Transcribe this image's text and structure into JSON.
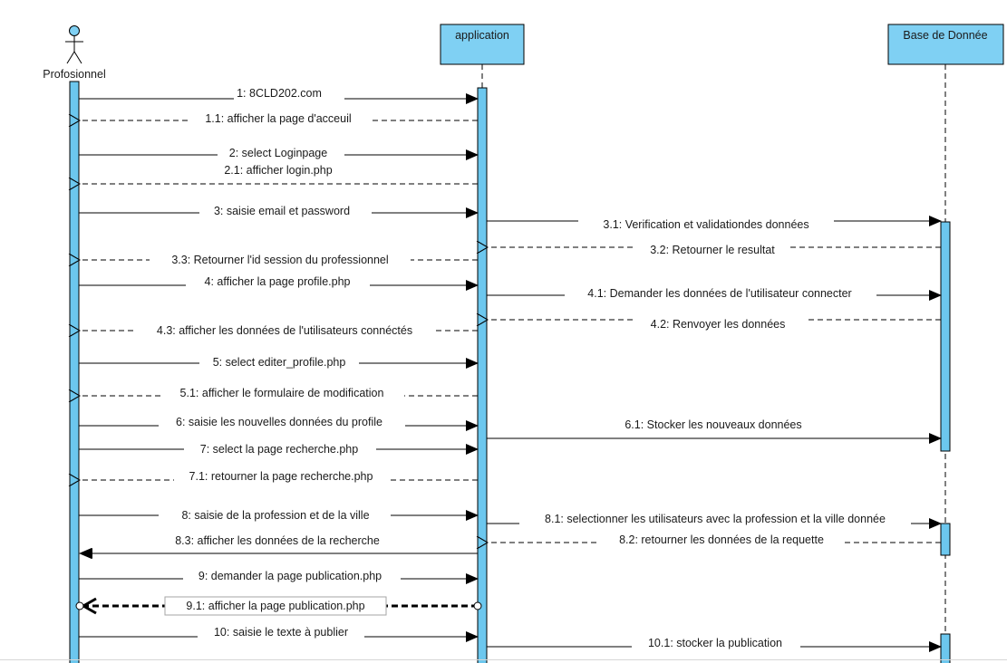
{
  "participants": [
    {
      "key": "pro",
      "label": "Profosionnel",
      "kind": "actor"
    },
    {
      "key": "app",
      "label": "application",
      "kind": "box"
    },
    {
      "key": "db",
      "label": "Base de Donnée",
      "kind": "box"
    }
  ],
  "messages": [
    {
      "id": "m1",
      "label": "1: 8CLD202.com",
      "from": "pro",
      "to": "app",
      "style": "sync"
    },
    {
      "id": "m1_1",
      "label": "1.1: afficher la page d'acceuil",
      "from": "app",
      "to": "pro",
      "style": "return"
    },
    {
      "id": "m2",
      "label": "2: select Loginpage",
      "from": "pro",
      "to": "app",
      "style": "sync"
    },
    {
      "id": "m2_1",
      "label": "2.1: afficher login.php",
      "from": "app",
      "to": "pro",
      "style": "return"
    },
    {
      "id": "m3",
      "label": "3: saisie email  et password",
      "from": "pro",
      "to": "app",
      "style": "sync"
    },
    {
      "id": "m3_1",
      "label": "3.1: Verification et validationdes données",
      "from": "app",
      "to": "db",
      "style": "sync"
    },
    {
      "id": "m3_2",
      "label": "3.2: Retourner le resultat",
      "from": "db",
      "to": "app",
      "style": "return"
    },
    {
      "id": "m3_3",
      "label": "3.3: Retourner l'id session du professionnel",
      "from": "app",
      "to": "pro",
      "style": "return"
    },
    {
      "id": "m4",
      "label": "4: afficher la page profile.php",
      "from": "pro",
      "to": "app",
      "style": "sync"
    },
    {
      "id": "m4_1",
      "label": "4.1: Demander les données de l'utilisateur connecter",
      "from": "app",
      "to": "db",
      "style": "sync"
    },
    {
      "id": "m4_2",
      "label": "4.2: Renvoyer les données",
      "from": "db",
      "to": "app",
      "style": "return"
    },
    {
      "id": "m4_3",
      "label": "4.3: afficher les  données de l'utilisateurs connéctés",
      "from": "app",
      "to": "pro",
      "style": "return"
    },
    {
      "id": "m5",
      "label": "5: select editer_profile.php",
      "from": "pro",
      "to": "app",
      "style": "sync"
    },
    {
      "id": "m5_1",
      "label": "5.1: afficher le formulaire de modification",
      "from": "app",
      "to": "pro",
      "style": "return"
    },
    {
      "id": "m6",
      "label": "6: saisie les nouvelles données du profile",
      "from": "pro",
      "to": "app",
      "style": "sync"
    },
    {
      "id": "m6_1",
      "label": "6.1: Stocker les nouveaux données",
      "from": "app",
      "to": "db",
      "style": "sync"
    },
    {
      "id": "m7",
      "label": "7: select la page recherche.php",
      "from": "pro",
      "to": "app",
      "style": "sync"
    },
    {
      "id": "m7_1",
      "label": "7.1: retourner la page recherche.php",
      "from": "app",
      "to": "pro",
      "style": "return"
    },
    {
      "id": "m8",
      "label": "8: saisie de la profession  et de la ville",
      "from": "pro",
      "to": "app",
      "style": "sync"
    },
    {
      "id": "m8_1",
      "label": "8.1: selectionner les utilisateurs avec la profession et la ville donnée",
      "from": "app",
      "to": "db",
      "style": "sync"
    },
    {
      "id": "m8_2",
      "label": "8.2: retourner les données de la requette",
      "from": "db",
      "to": "app",
      "style": "return"
    },
    {
      "id": "m8_3",
      "label": "8.3: afficher les données de la recherche",
      "from": "app",
      "to": "pro",
      "style": "sync"
    },
    {
      "id": "m9",
      "label": "9: demander la page publication.php",
      "from": "pro",
      "to": "app",
      "style": "sync"
    },
    {
      "id": "m9_1",
      "label": "9.1: afficher la page publication.php",
      "from": "app",
      "to": "pro",
      "style": "selected"
    },
    {
      "id": "m10",
      "label": "10: saisie le texte à publier",
      "from": "pro",
      "to": "app",
      "style": "sync"
    },
    {
      "id": "m10_1",
      "label": "10.1: stocker la publication",
      "from": "app",
      "to": "db",
      "style": "sync"
    }
  ],
  "colors": {
    "box_fill": "#7fd0f3",
    "activation_fill": "#6cc7ee",
    "line": "#000000",
    "text": "#1a1a1a",
    "selected_label_border": "#a6a6a6"
  }
}
